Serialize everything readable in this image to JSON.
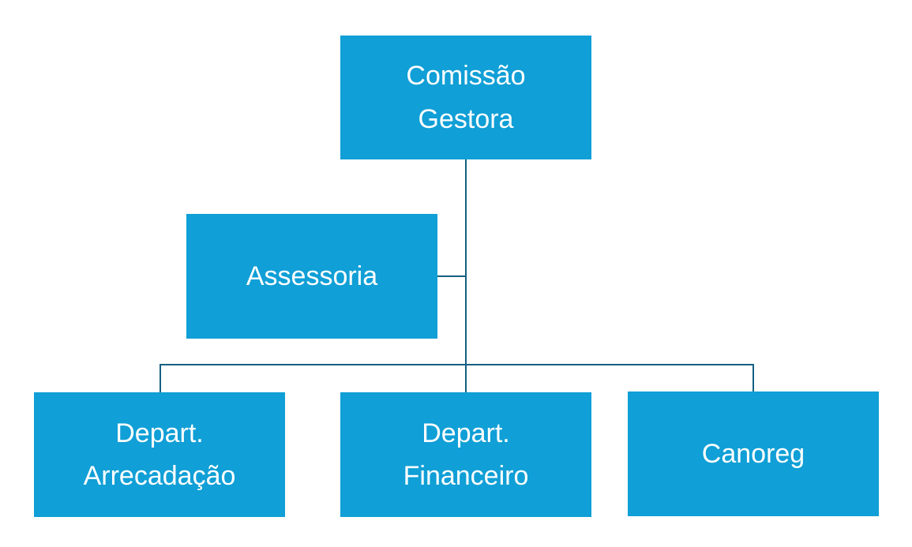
{
  "org_chart": {
    "root": {
      "label_line1": "Comissão",
      "label_line2": "Gestora"
    },
    "assistant": {
      "label": "Assessoria"
    },
    "departments": [
      {
        "label_line1": "Depart.",
        "label_line2": "Arrecadação"
      },
      {
        "label_line1": "Depart.",
        "label_line2": "Financeiro"
      },
      {
        "label_line1": "Canoreg",
        "label_line2": ""
      }
    ]
  },
  "colors": {
    "box_fill": "#109fd6",
    "connector": "#156082",
    "text": "#ffffff"
  }
}
